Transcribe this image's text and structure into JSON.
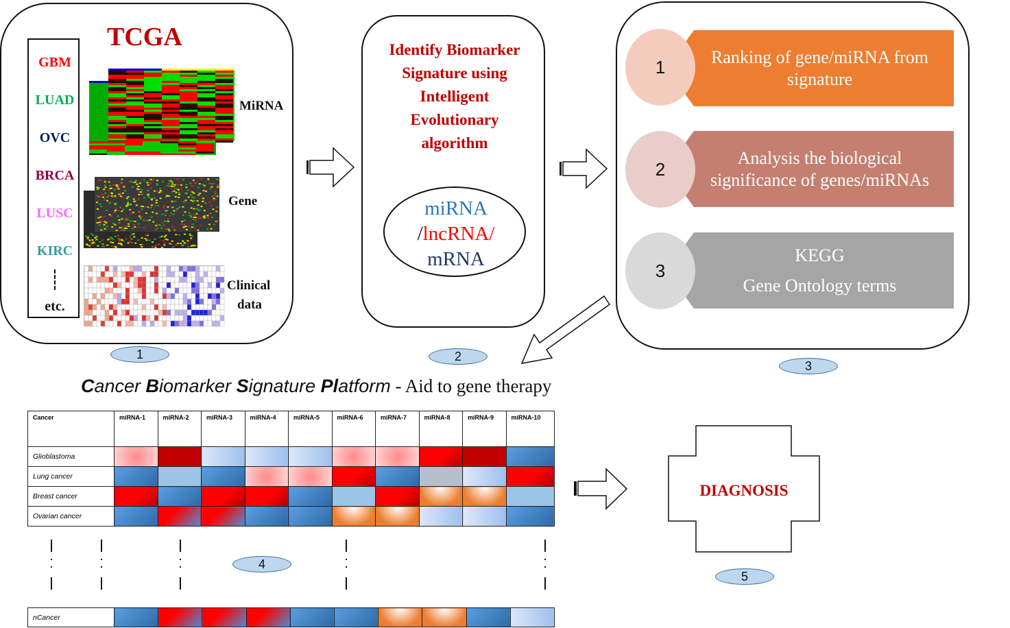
{
  "panel1": {
    "title": "TCGA",
    "cancer_types": [
      {
        "label": "GBM",
        "color": "#ff0000"
      },
      {
        "label": "LUAD",
        "color": "#00b050"
      },
      {
        "label": "OVC",
        "color": "#002060"
      },
      {
        "label": "BRCA",
        "color": "#960040"
      },
      {
        "label": "LUSC",
        "color": "#ff66ff"
      },
      {
        "label": "KIRC",
        "color": "#31a0a0"
      }
    ],
    "etc_label": "etc.",
    "data_labels": {
      "mirna": "MiRNA",
      "gene": "Gene",
      "clinical_line1": "Clinical",
      "clinical_line2": "data"
    },
    "step": "1"
  },
  "panel2": {
    "title_lines": [
      "Identify Biomarker",
      "Signature using",
      "Intelligent",
      "Evolutionary",
      "algorithm"
    ],
    "rna_types": {
      "line1": "miRNA",
      "line2_prefix": "/",
      "line2_main": "lncRNA/",
      "line3": "mRNA"
    },
    "colors": {
      "mirna": "#2e75b6",
      "lncrna": "#ff0000",
      "mrna": "#1f3864"
    },
    "step": "2"
  },
  "panel3": {
    "items": [
      {
        "number": "1",
        "lines": [
          "Ranking of gene/miRNA from",
          "signature"
        ],
        "color": "#ed7d31",
        "circle": "#f4ccbe"
      },
      {
        "number": "2",
        "lines": [
          "Analysis the biological",
          "significance of genes/miRNAs"
        ],
        "color": "#c47f70",
        "circle": "#e8cdc9"
      },
      {
        "number": "3",
        "lines": [
          "KEGG",
          "Gene Ontology terms"
        ],
        "color": "#a5a5a5",
        "circle": "#d9d9d9"
      }
    ],
    "step": "3"
  },
  "platform": {
    "title_parts": [
      {
        "bold": "C",
        "rest": "ancer "
      },
      {
        "bold": "B",
        "rest": "iomarker "
      },
      {
        "bold": "S",
        "rest": "ignature "
      },
      {
        "bold": "Pl",
        "rest": "atform"
      }
    ],
    "title_suffix": " - Aid to gene therapy",
    "step": "4"
  },
  "chart_data": {
    "type": "heatmap",
    "title": "Cancer Biomarker Signature Platform - Aid to gene therapy",
    "corner_header": "Cancer",
    "columns": [
      "miRNA-1",
      "miRNA-2",
      "miRNA-3",
      "miRNA-4",
      "miRNA-5",
      "miRNA-6",
      "miRNA-7",
      "miRNA-8",
      "miRNA-9",
      "miRNA-10"
    ],
    "rows": [
      {
        "name": "Glioblastoma",
        "cells": [
          "lightred",
          "darkred",
          "lightblue",
          "lightblue",
          "lightblue",
          "lightred",
          "lightred",
          "red",
          "darkred",
          "blue"
        ]
      },
      {
        "name": "Lung cancer",
        "cells": [
          "blue",
          "paleblue",
          "blue",
          "lightred",
          "lightred",
          "red",
          "blue",
          "grey",
          "lightblue",
          "red"
        ]
      },
      {
        "name": "Breast cancer",
        "cells": [
          "red",
          "blue",
          "red",
          "red",
          "blue",
          "paleblue",
          "red",
          "orange",
          "orange",
          "paleblue"
        ]
      },
      {
        "name": "Ovarian cancer",
        "cells": [
          "blue",
          "redblue",
          "redblue",
          "blue",
          "blue",
          "orange",
          "orange",
          "lightblue",
          "lightblue",
          "blue"
        ]
      }
    ],
    "last_row": {
      "name": "nCancer",
      "cells": [
        "blue",
        "redblue",
        "redblue",
        "redblue",
        "blue",
        "blue",
        "orange",
        "orange",
        "blue",
        "lightblue"
      ]
    },
    "color_scale": {
      "red": "#ff0000",
      "darkred": "#c00000",
      "lightred": "#ffb3b3",
      "blue": "#4a8fd6",
      "lightblue": "#bcd4f2",
      "paleblue": "#9dc3e6",
      "orange": "#ed7d31",
      "grey": "#b8bfcc",
      "redblue": "#e0203a"
    }
  },
  "diagnosis": {
    "label": "DIAGNOSIS",
    "step": "5"
  }
}
